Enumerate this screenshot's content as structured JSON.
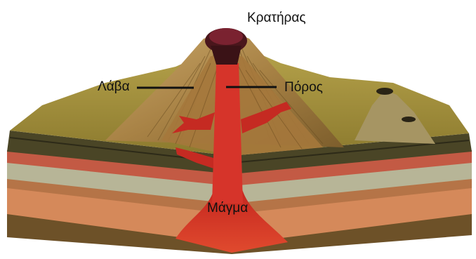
{
  "labels": {
    "crater": "Κρατήρας",
    "lava": "Λάβα",
    "conduit": "Πόρος",
    "magma": "Μάγμα"
  },
  "colors": {
    "magma": "#d9382a",
    "lava_dark": "#b8261e",
    "crater_rim": "#5a1a22",
    "slope": "#b58b4a",
    "ground": "#8a7a30",
    "stratum_red": "#c65a43",
    "stratum_gray": "#b9b79a",
    "stratum_orange": "#d98a55",
    "base": "#7a5a2c"
  }
}
